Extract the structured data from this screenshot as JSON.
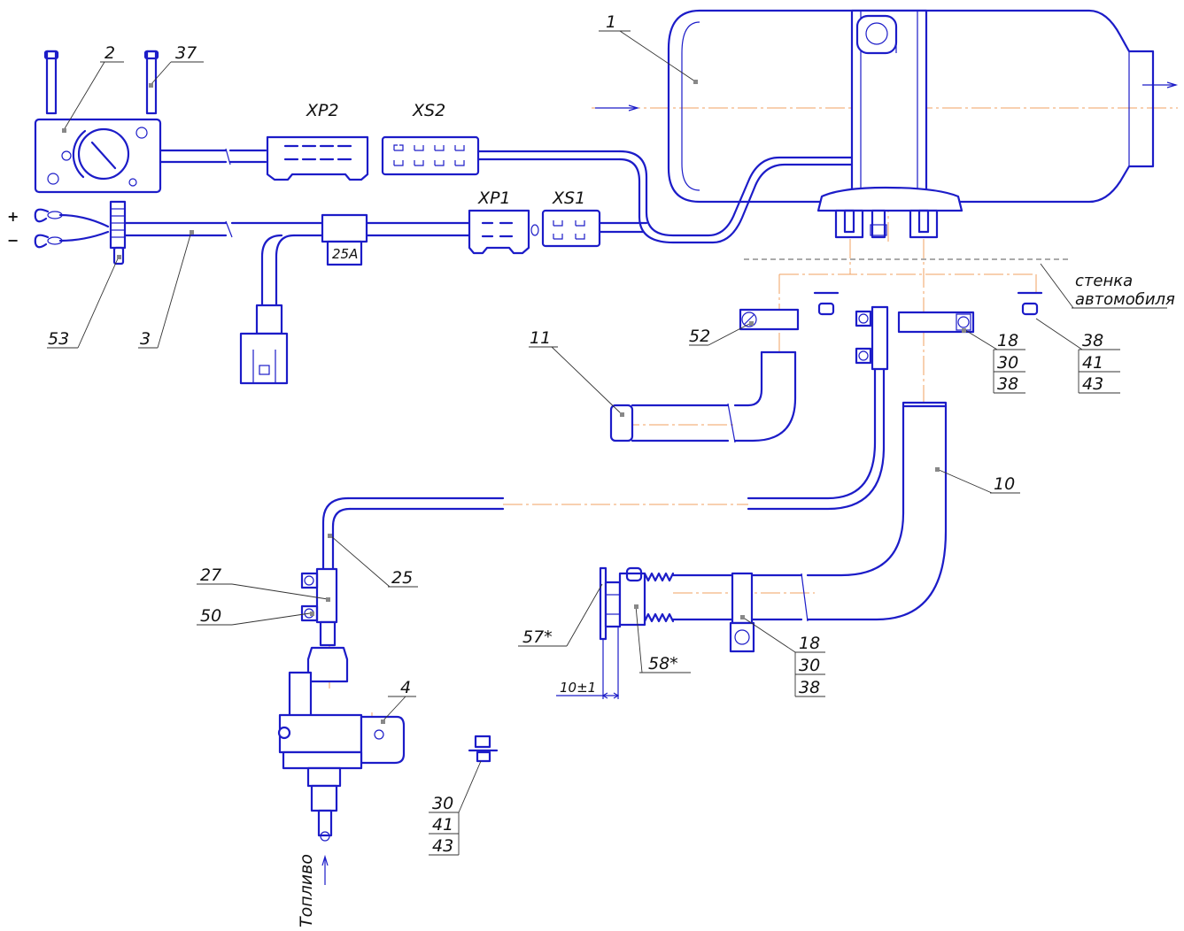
{
  "title": "",
  "labels": {
    "heater": "1",
    "control_unit": "2",
    "harness": "3",
    "pump": "4",
    "exhaust_pipe": "10",
    "air_intake": "11",
    "fuel_line": "25",
    "tee": "27",
    "clamp_fuel": "50",
    "clamp_intake": "52",
    "cable_tie": "53",
    "bracket_screw": "37",
    "exhaust_flange": "57*",
    "exhaust_gasket": "58*",
    "fuse": "25A",
    "plus": "+",
    "minus": "−",
    "conn_xp2": "XP2",
    "conn_xs2": "XS2",
    "conn_xp1": "XP1",
    "conn_xs1": "XS1",
    "dim_gap": "10±1",
    "wall_line1": "стенка",
    "wall_line2": "автомобиля",
    "fuel": "Топливо"
  },
  "callout_stacks": {
    "top_right_clamp": [
      "18",
      "30",
      "38"
    ],
    "top_right_nut": [
      "38",
      "41",
      "43"
    ],
    "exhaust_clamp": [
      "18",
      "30",
      "38"
    ],
    "bolt": [
      "30",
      "41",
      "43"
    ]
  },
  "colors": {
    "lines": "#1c1cc8",
    "axes": "#f0a060",
    "text": "#111111"
  }
}
